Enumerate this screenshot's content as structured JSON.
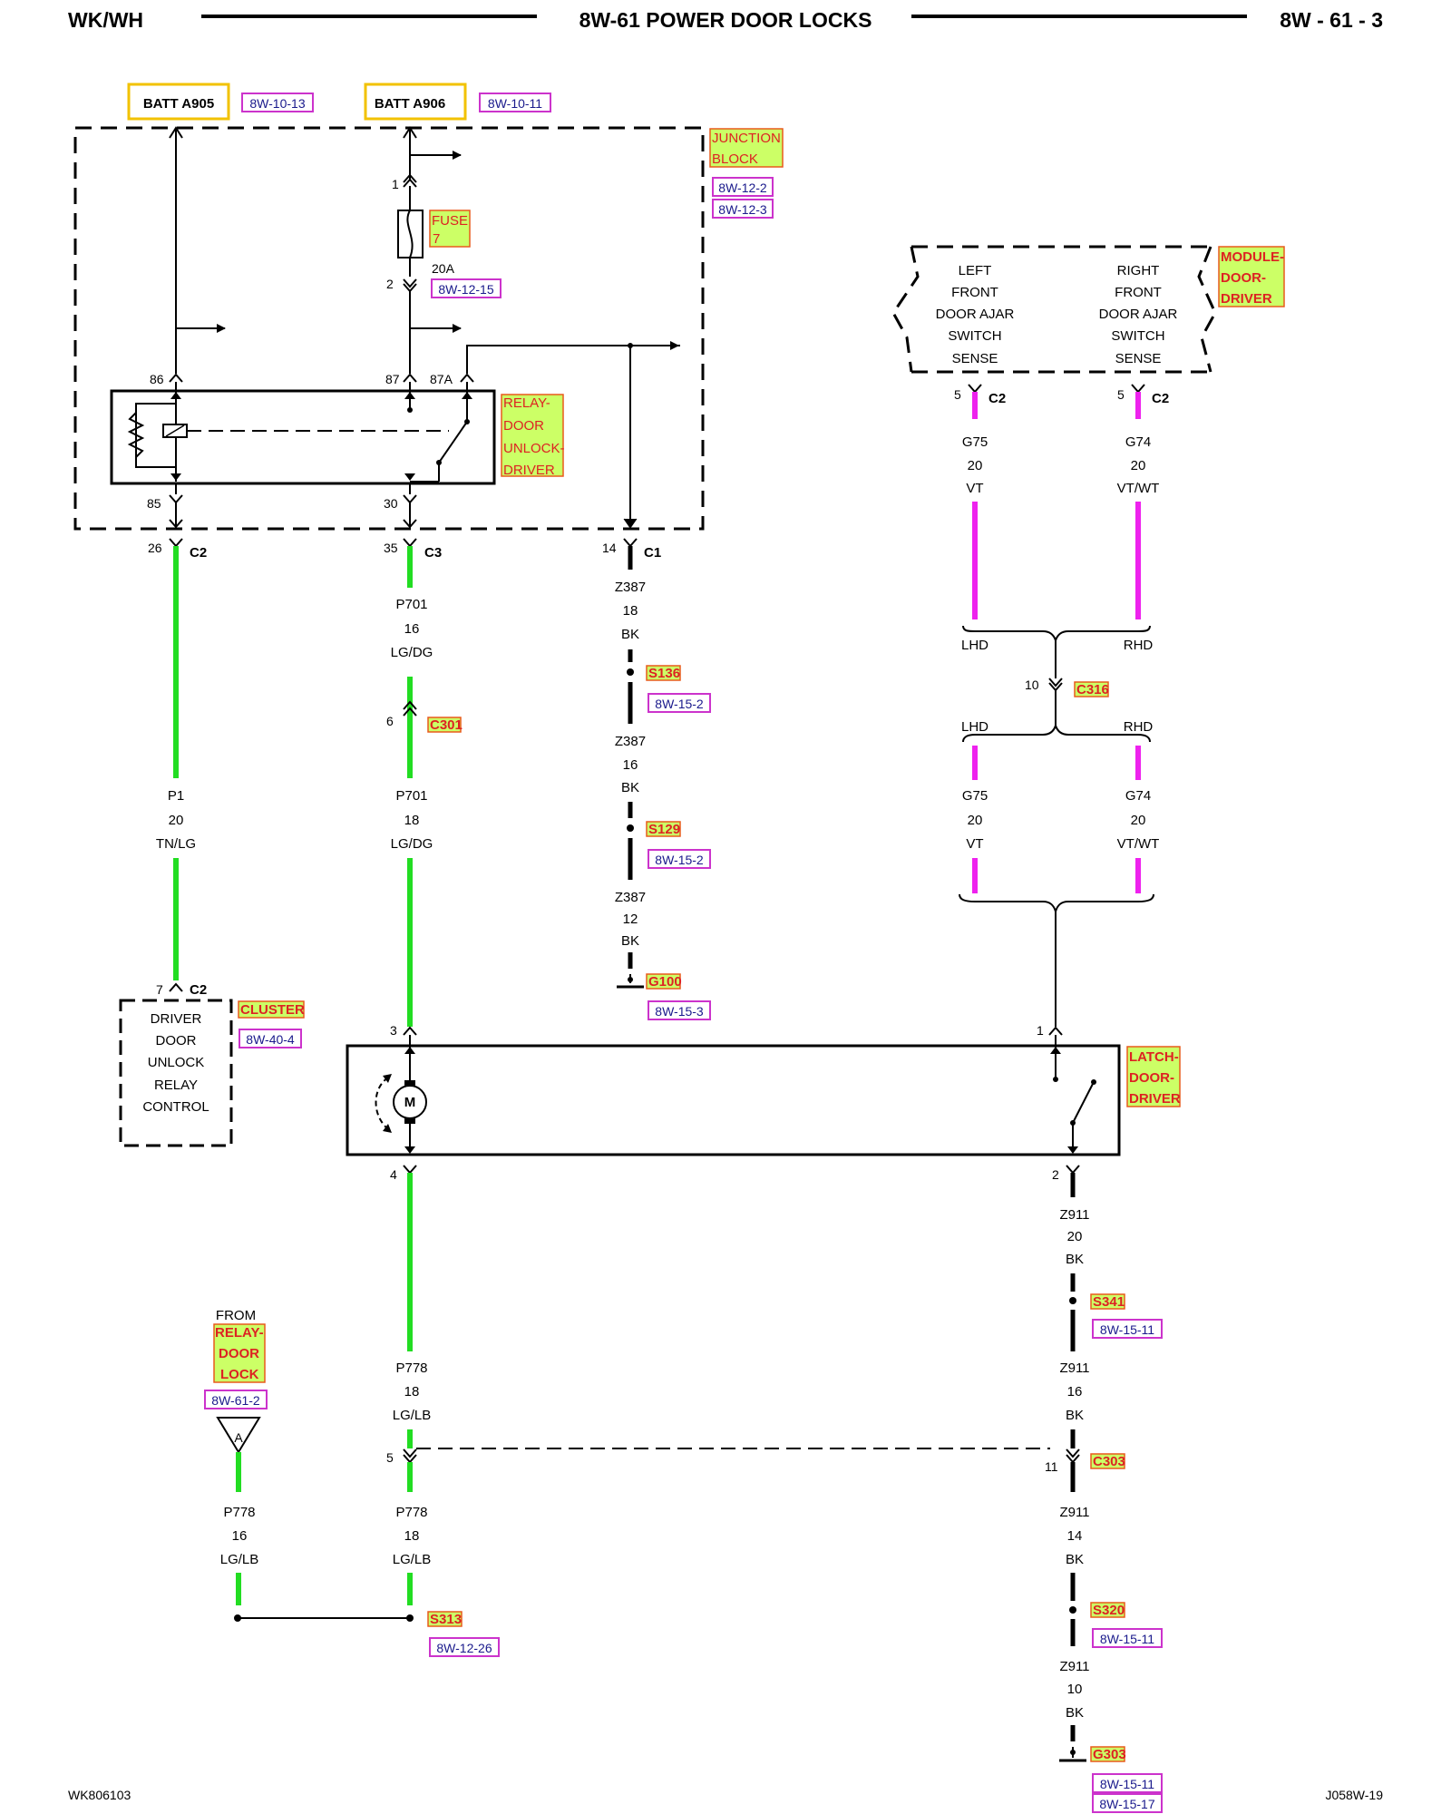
{
  "header": {
    "left": "WK/WH",
    "center": "8W-61 POWER DOOR LOCKS",
    "right": "8W - 61 - 3"
  },
  "footer": {
    "left": "WK806103",
    "right": "J058W-19"
  },
  "sources": {
    "batt1": "BATT A905",
    "batt1_ref": "8W-10-13",
    "batt2": "BATT A906",
    "batt2_ref": "8W-10-11"
  },
  "junction_block": {
    "name1": "JUNCTION",
    "name2": "BLOCK",
    "ref1": "8W-12-2",
    "ref2": "8W-12-3",
    "fuse_name": "FUSE",
    "fuse_num": "7",
    "fuse_amp": "20A",
    "fuse_ref": "8W-12-15",
    "pin_fuse_in": "1",
    "pin_fuse_out": "2"
  },
  "relay": {
    "l1": "RELAY-",
    "l2": "DOOR",
    "l3": "UNLOCK-",
    "l4": "DRIVER",
    "p86": "86",
    "p87": "87",
    "p87a": "87A",
    "p85": "85",
    "p30": "30"
  },
  "module": {
    "l1": "MODULE-",
    "l2": "DOOR-",
    "l3": "DRIVER",
    "left": [
      "LEFT",
      "FRONT",
      "DOOR AJAR",
      "SWITCH",
      "SENSE"
    ],
    "right": [
      "RIGHT",
      "FRONT",
      "DOOR AJAR",
      "SWITCH",
      "SENSE"
    ]
  },
  "connectors": {
    "c2_26": {
      "pin": "26",
      "name": "C2"
    },
    "c3_35": {
      "pin": "35",
      "name": "C3"
    },
    "c1_14": {
      "pin": "14",
      "name": "C1"
    },
    "c301": {
      "pin": "6",
      "name": "C301"
    },
    "mod_c2_left": {
      "pin": "5",
      "name": "C2"
    },
    "mod_c2_right": {
      "pin": "5",
      "name": "C2"
    },
    "c316": {
      "pin": "10",
      "name": "C316"
    },
    "cluster_c2": {
      "pin": "7",
      "name": "C2"
    },
    "latch_3": {
      "pin": "3"
    },
    "latch_1": {
      "pin": "1"
    },
    "latch_4": {
      "pin": "4"
    },
    "latch_2": {
      "pin": "2"
    },
    "c303_left": {
      "pin": "5"
    },
    "c303_right": {
      "pin": "11",
      "name": "C303"
    }
  },
  "wires": {
    "p1": [
      "P1",
      "20",
      "TN/LG"
    ],
    "p701a": [
      "P701",
      "16",
      "LG/DG"
    ],
    "p701b": [
      "P701",
      "18",
      "LG/DG"
    ],
    "z387a": [
      "Z387",
      "18",
      "BK"
    ],
    "z387b": [
      "Z387",
      "16",
      "BK"
    ],
    "z387c": [
      "Z387",
      "12",
      "BK"
    ],
    "g75a": [
      "G75",
      "20",
      "VT"
    ],
    "g74a": [
      "G74",
      "20",
      "VT/WT"
    ],
    "g75b": [
      "G75",
      "20",
      "VT"
    ],
    "g74b": [
      "G74",
      "20",
      "VT/WT"
    ],
    "p778a": [
      "P778",
      "18",
      "LG/LB"
    ],
    "p778b": [
      "P778",
      "16",
      "LG/LB"
    ],
    "p778c": [
      "P778",
      "18",
      "LG/LB"
    ],
    "z911a": [
      "Z911",
      "20",
      "BK"
    ],
    "z911b": [
      "Z911",
      "16",
      "BK"
    ],
    "z911c": [
      "Z911",
      "14",
      "BK"
    ],
    "z911d": [
      "Z911",
      "10",
      "BK"
    ]
  },
  "splices": {
    "s136": {
      "name": "S136",
      "ref": "8W-15-2"
    },
    "s129": {
      "name": "S129",
      "ref": "8W-15-2"
    },
    "g100": {
      "name": "G100",
      "ref": "8W-15-3"
    },
    "s341": {
      "name": "S341",
      "ref": "8W-15-11"
    },
    "s313": {
      "name": "S313",
      "ref": "8W-12-26"
    },
    "s320": {
      "name": "S320",
      "ref": "8W-15-11"
    },
    "g303": {
      "name": "G303",
      "ref1": "8W-15-11",
      "ref2": "8W-15-17"
    }
  },
  "lhd_rhd": {
    "lhd": "LHD",
    "rhd": "RHD"
  },
  "cluster": {
    "name": "CLUSTER",
    "ref": "8W-40-4",
    "lines": [
      "DRIVER",
      "DOOR",
      "UNLOCK",
      "RELAY",
      "CONTROL"
    ]
  },
  "latch": {
    "l1": "LATCH-",
    "l2": "DOOR-",
    "l3": "DRIVER",
    "motor": "M"
  },
  "from_relay": {
    "from": "FROM",
    "l1": "RELAY-",
    "l2": "DOOR",
    "l3": "LOCK",
    "ref": "8W-61-2",
    "tag": "A"
  },
  "colors": {
    "green": "#22dd22",
    "magenta": "#ee22ee",
    "highlight": "#ccff66",
    "batt_box": "#f2c200",
    "ref_box": "#cc33cc"
  }
}
